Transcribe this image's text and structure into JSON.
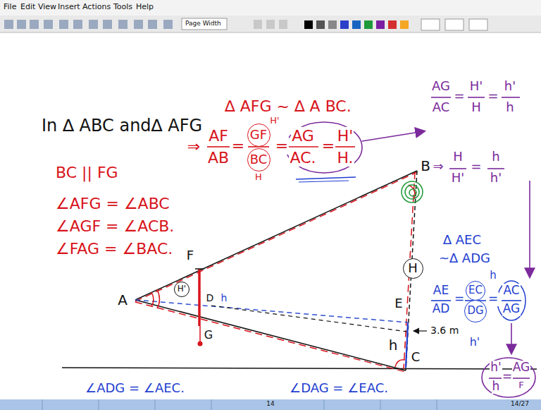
{
  "diagram": {
    "nodes": [
      {
        "text": [
          "GF"
        ]
      },
      {
        "text": [
          "BC"
        ]
      },
      {
        "text": [
          "H"
        ]
      },
      {
        "text": [
          "H'"
        ]
      },
      {
        "text": [
          "EC"
        ]
      },
      {
        "text": [
          "DG"
        ]
      }
    ],
    "labels": [
      "File",
      "Edit",
      "View",
      "Insert",
      "Actions",
      "Tools",
      "Help",
      "Page Width",
      "In ∆ ABC and∆ AFG",
      "∆ AFG ~ ∆ A BC.",
      "BC || FG",
      "∠AFG = ∠ABC",
      "∠AGF = ∠ACB.",
      "∠FAG = ∠BAC.",
      "⇒",
      "AF",
      "AB",
      "=",
      "H'",
      "H",
      "=",
      "AG",
      "AC.",
      "=",
      "H'",
      "H.",
      "B",
      "E",
      "C",
      "h",
      "3.6 m",
      "h'",
      "A",
      "F",
      "D",
      "G",
      "h",
      "AG",
      "AC",
      "=",
      "H'",
      "H",
      "=",
      "h'",
      "h",
      "⇒",
      "H",
      "H'",
      "=",
      "h",
      "h'",
      "∆ AEC",
      "~∆ ADG",
      "h",
      "AE",
      "AD",
      "=",
      "=",
      "AC",
      "AG",
      "h'",
      "h",
      "=",
      "AG",
      "F",
      "∠ADG = ∠AEC.",
      "∠DAG = ∠EAC.",
      "14",
      "14/27"
    ]
  }
}
